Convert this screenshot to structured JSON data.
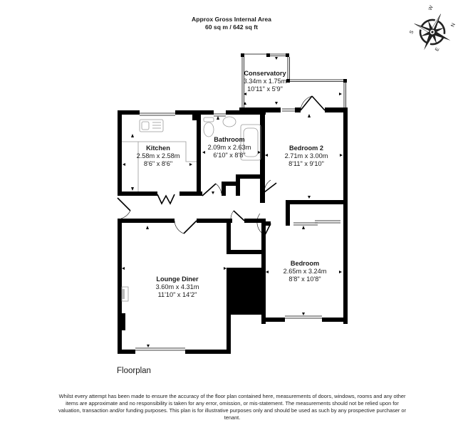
{
  "header": {
    "title": "Approx Gross Internal Area",
    "area": "60 sq m / 642 sq ft"
  },
  "compass": {
    "labels": {
      "north": "N",
      "south": "S",
      "east": "E",
      "west": "W"
    }
  },
  "rooms": [
    {
      "name": "Conservatory",
      "metric": "3.34m x 1.75m",
      "imperial": "10'11\" x 5'9\""
    },
    {
      "name": "Kitchen",
      "metric": "2.58m x 2.58m",
      "imperial": "8'6\" x 8'6\""
    },
    {
      "name": "Bathroom",
      "metric": "2.09m x 2.63m",
      "imperial": "6'10\" x 8'8\""
    },
    {
      "name": "Bedroom 2",
      "metric": "2.71m x 3.00m",
      "imperial": "8'11\" x 9'10\""
    },
    {
      "name": "Lounge Diner",
      "metric": "3.60m x 4.31m",
      "imperial": "11'10\" x 14'2\""
    },
    {
      "name": "Bedroom",
      "metric": "2.65m x 3.24m",
      "imperial": "8'8\" x 10'8\""
    }
  ],
  "floor_title": "Floorplan",
  "disclaimer": "Whilst every attempt has been made to ensure the accuracy of the floor plan contained here, measurements of doors, windows, rooms and any other items are approximate and no responsibility is taken for any error, omission, or mis-statement. The measurements should not be relied upon for valuation, transaction and/or funding purposes. This plan is for illustrative purposes only and should be used as such by any prospective purchaser or tenant."
}
